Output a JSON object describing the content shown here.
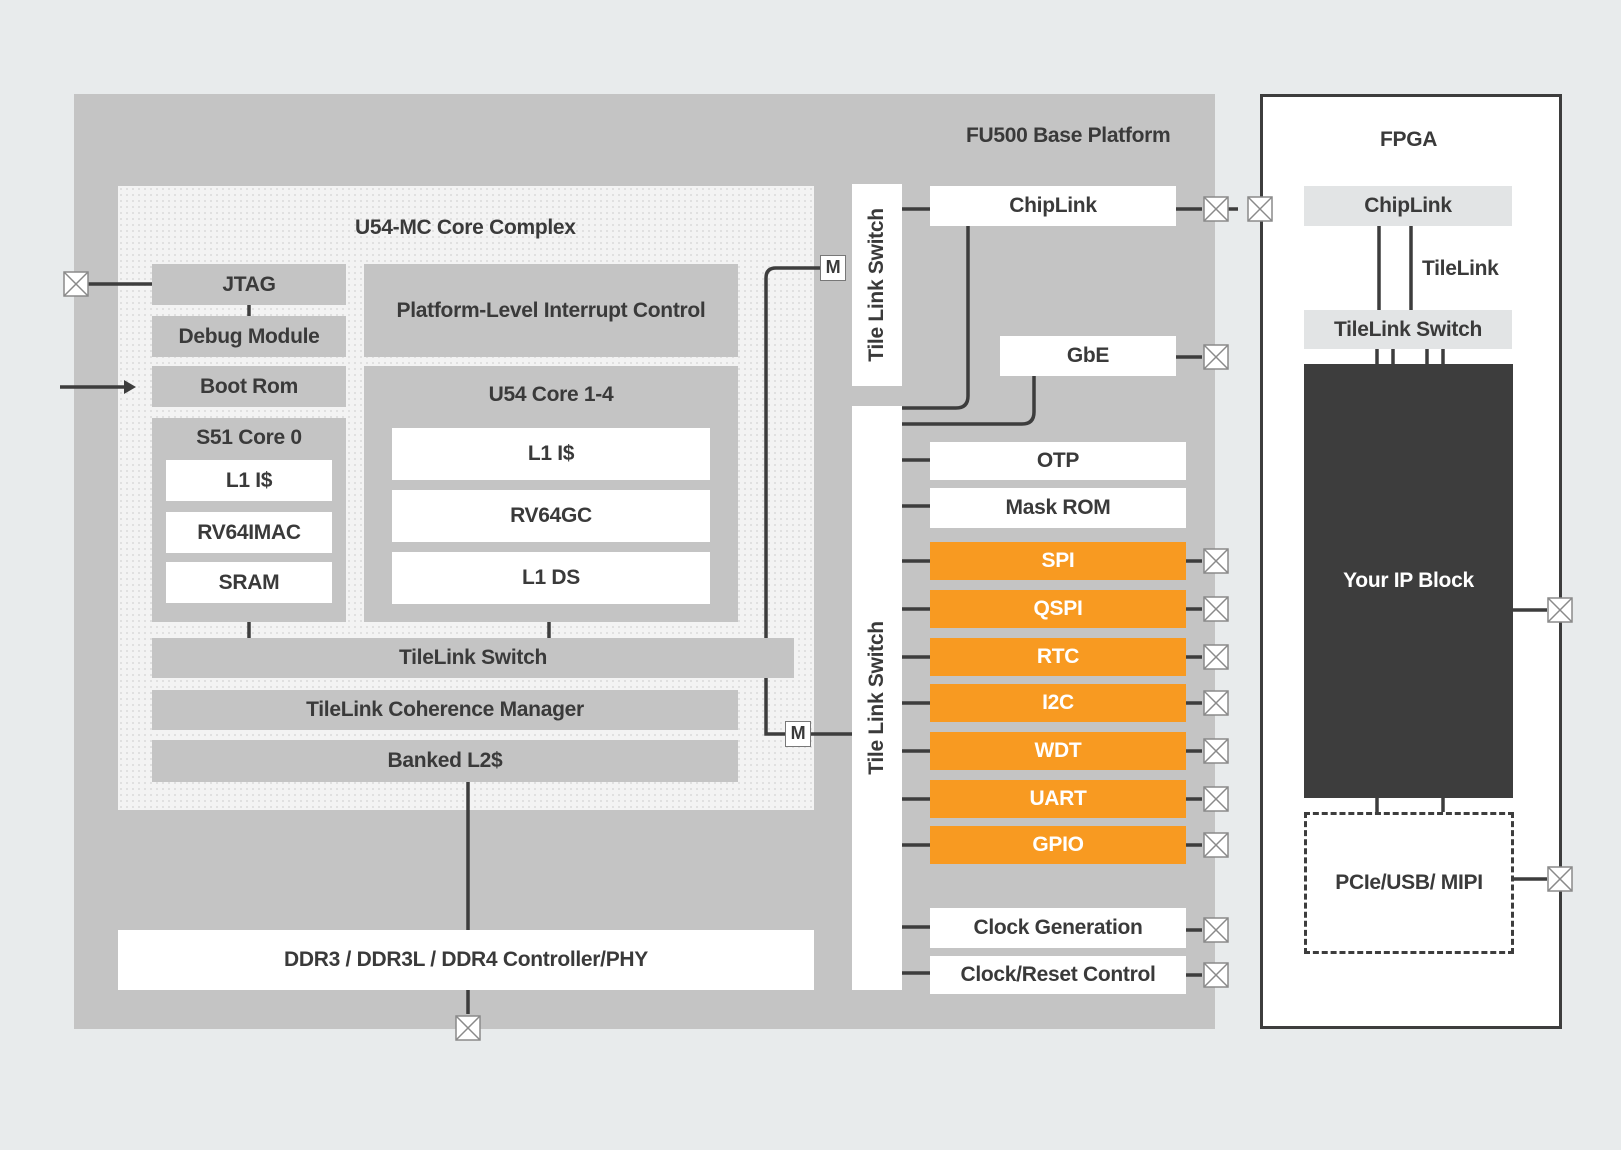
{
  "platform": {
    "title": "FU500 Base Platform"
  },
  "fpga": {
    "title": "FPGA",
    "chiplink": "ChipLink",
    "tilelink_label": "TileLink",
    "tilelink_switch": "TileLink Switch",
    "ip_block": "Your IP Block",
    "pcie": "PCIe/USB/ MIPI"
  },
  "core_complex": {
    "title": "U54-MC Core Complex",
    "jtag": "JTAG",
    "debug": "Debug Module",
    "bootrom": "Boot Rom",
    "plic": "Platform-Level Interrupt Control",
    "s51": {
      "title": "S51 Core 0",
      "items": [
        "L1 I$",
        "RV64IMAC",
        "SRAM"
      ]
    },
    "u54": {
      "title": "U54 Core 1-4",
      "items": [
        "L1 I$",
        "RV64GC",
        "L1 DS"
      ]
    },
    "tilelink_switch": "TileLink Switch",
    "coherence": "TileLink Coherence Manager",
    "l2": "Banked L2$"
  },
  "ddr": "DDR3 / DDR3L / DDR4 Controller/PHY",
  "master_label": "M",
  "switch_top": "Tile Link Switch",
  "switch_bottom": "Tile Link Switch",
  "chiplink": "ChipLink",
  "gbe": "GbE",
  "peripherals_white": [
    "OTP",
    "Mask ROM"
  ],
  "peripherals_orange": [
    "SPI",
    "QSPI",
    "RTC",
    "I2C",
    "WDT",
    "UART",
    "GPIO"
  ],
  "clocks": [
    "Clock Generation",
    "Clock/Reset Control"
  ],
  "colors": {
    "orange": "#f89a21",
    "dark_block": "#3d3d3d",
    "platform_gray": "#c4c4c4"
  }
}
